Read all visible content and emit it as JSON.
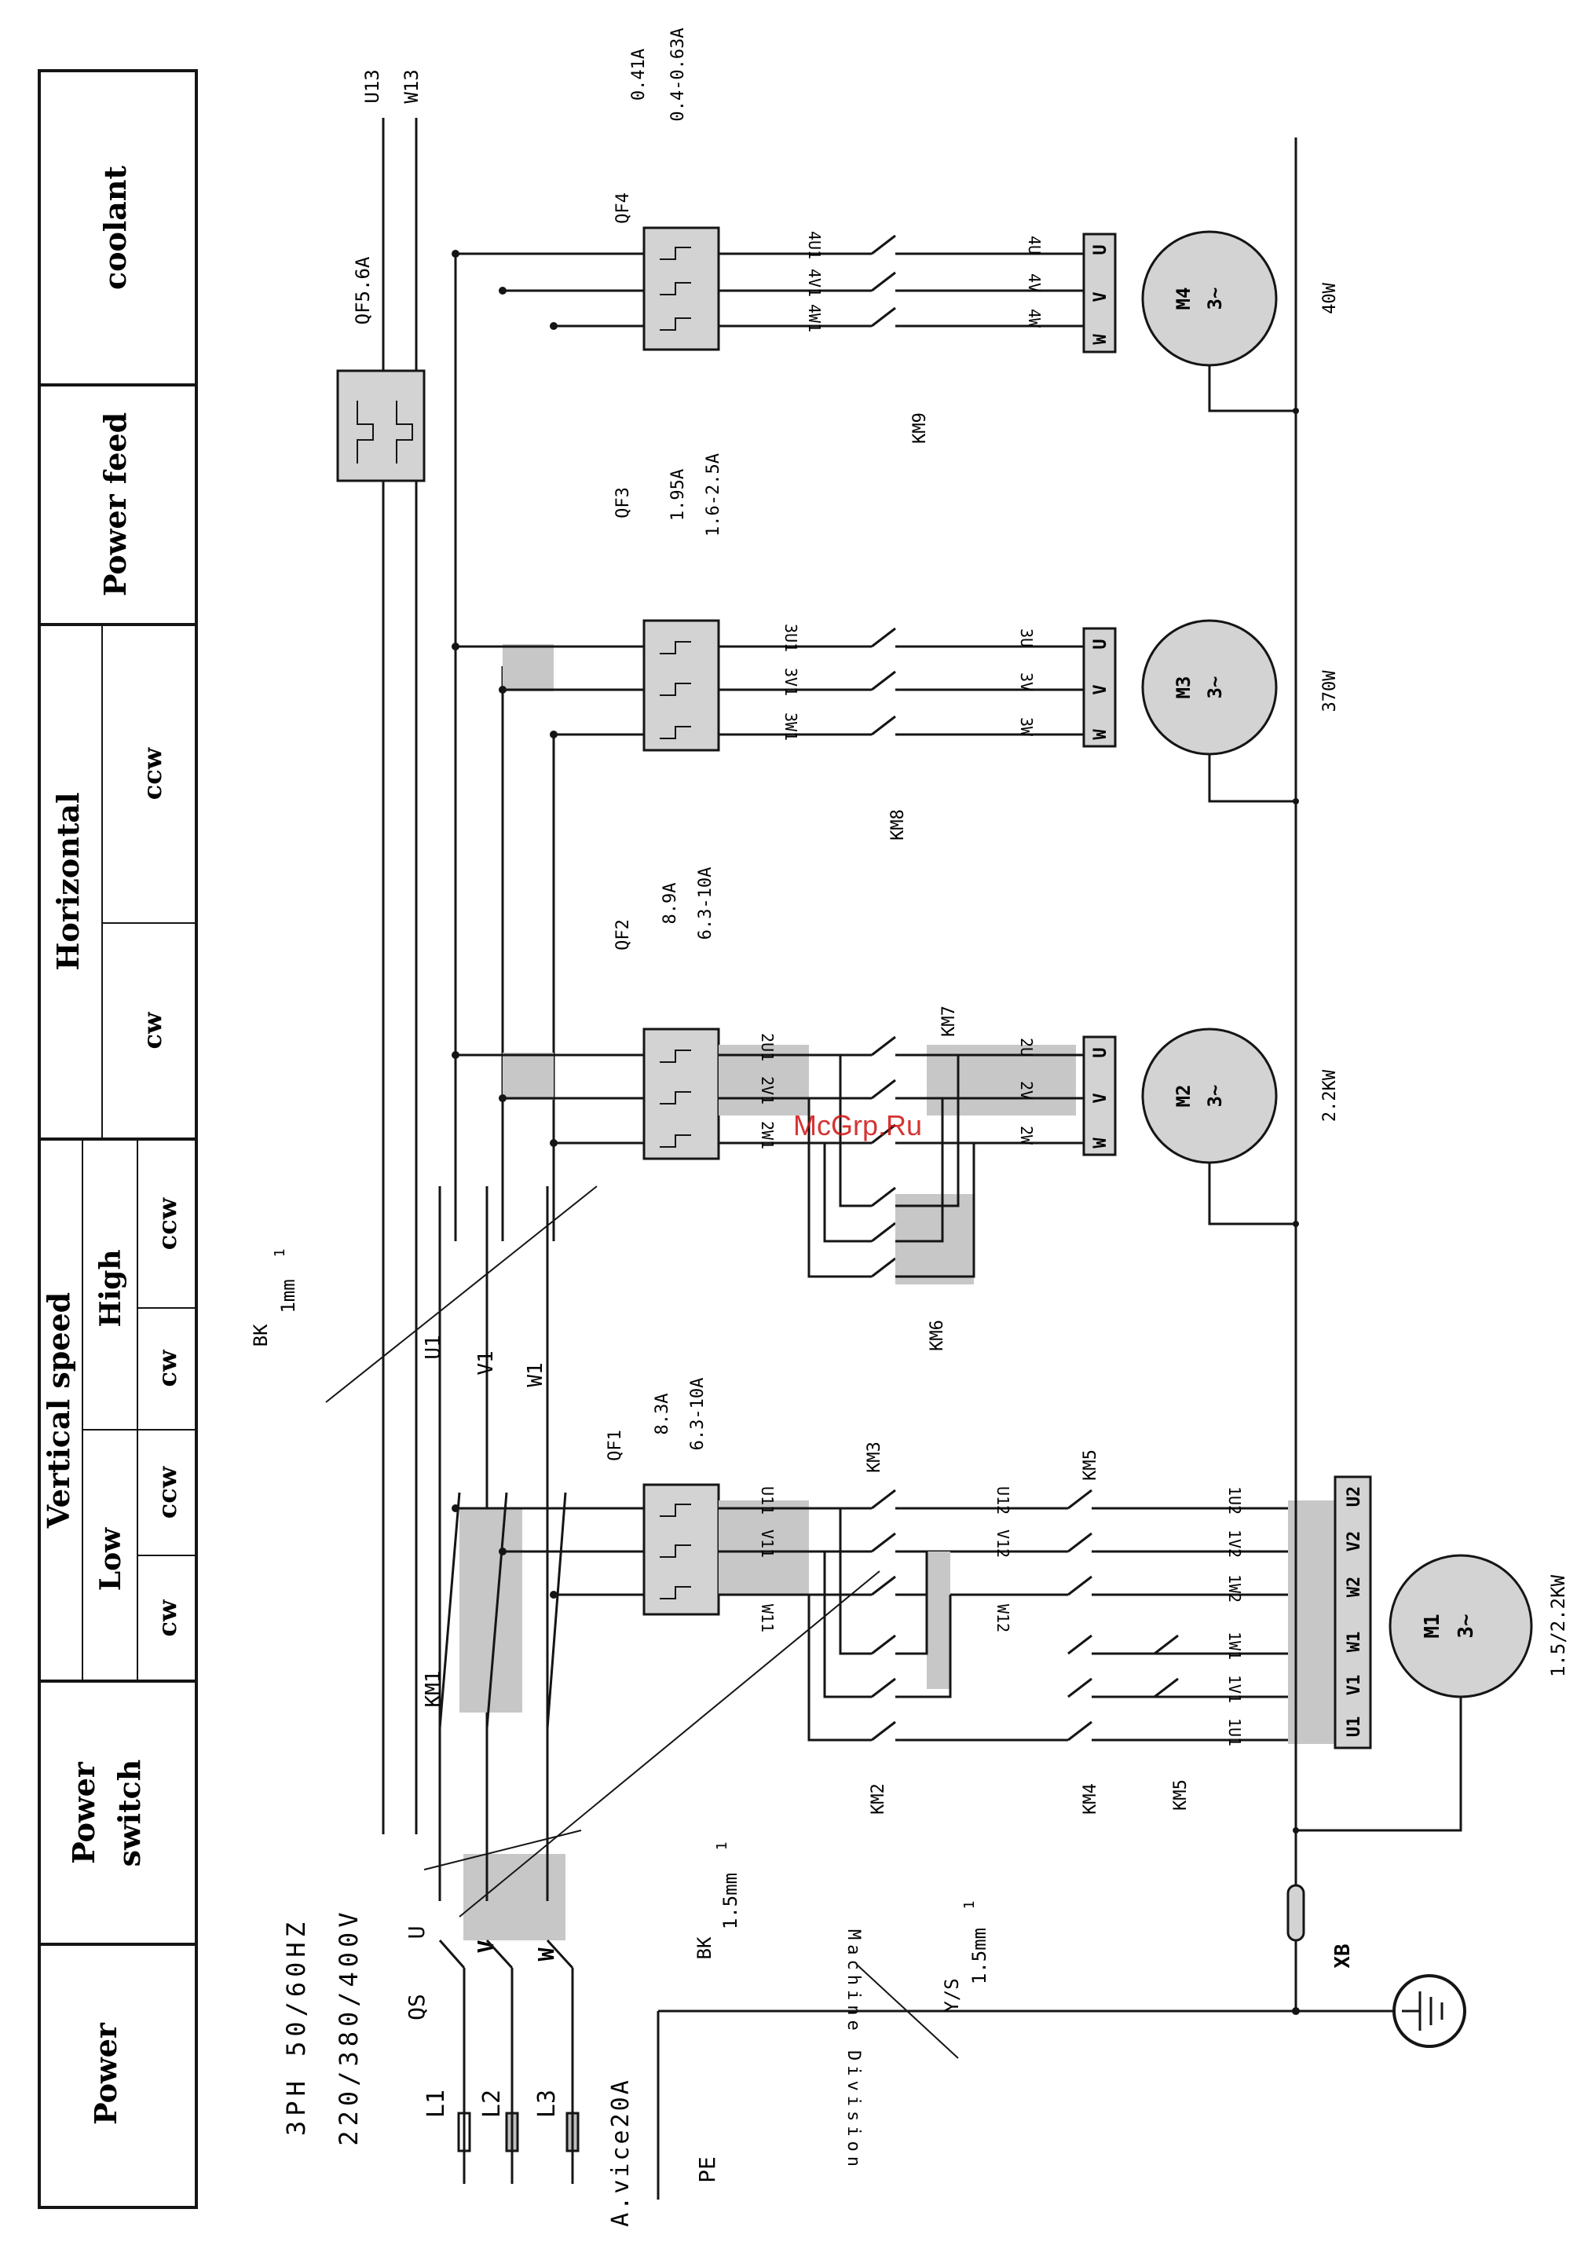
{
  "header": {
    "power": "Power",
    "power_switch_1": "Power",
    "power_switch_2": "switch",
    "vertical_speed": "Vertical  speed",
    "low": "Low",
    "high": "High",
    "cw": "cw",
    "ccw": "ccw",
    "horizontal": "Horizontal",
    "power_feed": "Power  feed",
    "coolant": "coolant"
  },
  "supply": {
    "phase": "3PH  50/60HZ",
    "voltage": "220/380/400V",
    "advice": "A.vice20A",
    "pe": "PE",
    "l1": "L1",
    "l2": "L2",
    "l3": "L3",
    "qs": "QS",
    "u": "U",
    "v": "V",
    "w": "W",
    "machine_division": "Machine  Division",
    "xb": "XB"
  },
  "buses": {
    "u1": "U1",
    "v1": "V1",
    "w1": "W1",
    "u13": "U13",
    "w13": "W13",
    "km1": "KM1"
  },
  "cables": {
    "bk3_id": "BK",
    "bk3_size": "1mm",
    "bk3_sup": "1",
    "bk15_id": "BK",
    "bk15_size": "1.5mm",
    "bk15_sup": "1",
    "ys_id": "Y/S",
    "ys_size": "1.5mm",
    "ys_sup": "1"
  },
  "qf5": {
    "label": "QF5.6A"
  },
  "m1": {
    "name": "M1",
    "phase": "3~",
    "power": "1.5/2.2KW",
    "qf": "QF1",
    "qf_rating": "8.3A",
    "qf_range": "6.3-10A",
    "km2": "KM2",
    "km3": "KM3",
    "km4": "KM4",
    "km5": "KM5",
    "km5b": "KM5",
    "w11": "U11",
    "w12": "V11",
    "w13": "W11",
    "w21": "U12",
    "w22": "V12",
    "w23": "W12",
    "w31": "1U2",
    "w32": "1V2",
    "w33": "1W2",
    "w41": "1W1",
    "w42": "1V1",
    "w43": "1U1",
    "t1": "U1",
    "t2": "V1",
    "t3": "W1",
    "t4": "W2",
    "t5": "V2",
    "t6": "U2"
  },
  "m2": {
    "name": "M2",
    "phase": "3~",
    "power": "2.2KW",
    "qf": "QF2",
    "qf_rating": "8.9A",
    "qf_range": "6.3-10A",
    "km6": "KM6",
    "km7": "KM7",
    "w1": "2U1",
    "w2": "2V1",
    "w3": "2W1",
    "o1": "2U",
    "o2": "2V",
    "o3": "2W",
    "t1": "U",
    "t2": "V",
    "t3": "W"
  },
  "m3": {
    "name": "M3",
    "phase": "3~",
    "power": "370W",
    "qf": "QF3",
    "qf_rating": "1.95A",
    "qf_range": "1.6-2.5A",
    "km": "KM8",
    "w1": "3U1",
    "w2": "3V1",
    "w3": "3W1",
    "o1": "3U",
    "o2": "3V",
    "o3": "3W",
    "t1": "U",
    "t2": "V",
    "t3": "W"
  },
  "m4": {
    "name": "M4",
    "phase": "3~",
    "power": "40W",
    "qf": "QF4",
    "qf_rating": "0.41A",
    "qf_range": "0.4-0.63A",
    "km": "KM9",
    "w1": "4U1",
    "w2": "4V1",
    "w3": "4W1",
    "o1": "4U",
    "o2": "4V",
    "o3": "4W",
    "t1": "U",
    "t2": "V",
    "t3": "W"
  },
  "watermark": "McGrp.Ru"
}
